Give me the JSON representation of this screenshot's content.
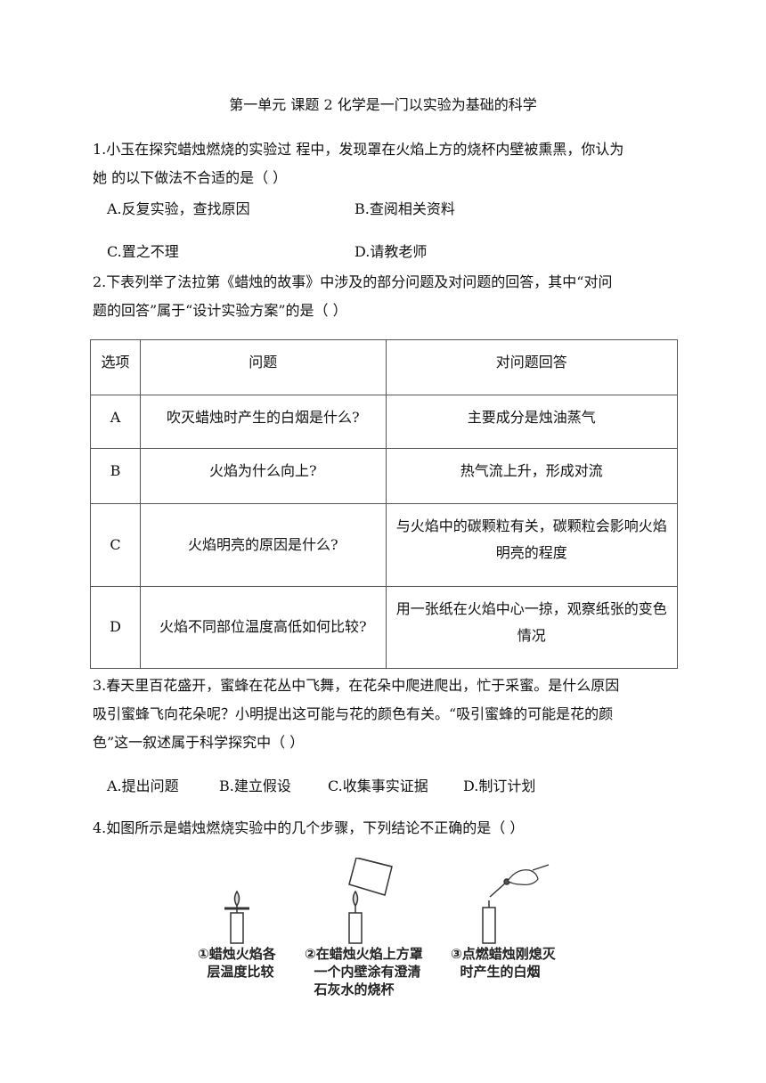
{
  "title": "第一单元 课题 2 化学是一门以实验为基础的科学",
  "q1": {
    "line1": "1.小玉在探究蜡烛燃烧的实验过 程中，发现罩在火焰上方的烧杯内壁被熏黑，你认为",
    "line2": "她 的以下做法不合适的是（    ）",
    "options": [
      "A.反复实验，查找原因",
      "B.查阅相关资料",
      "C.置之不理",
      "D.请教老师"
    ]
  },
  "q2": {
    "line1": "2.下表列举了法拉第《蜡烛的故事》中涉及的部分问题及对问题的回答，其中“对问",
    "line2": "题的回答”属于“设计实验方案”的是（    ）",
    "headers": [
      "选项",
      "问题",
      "对问题回答"
    ],
    "rows": [
      {
        "option": "A",
        "question": "吹灭蜡烛时产生的白烟是什么?",
        "answer": "主要成分是烛油蒸气"
      },
      {
        "option": "B",
        "question": "火焰为什么向上?",
        "answer": "热气流上升，形成对流"
      },
      {
        "option": "C",
        "question": "火焰明亮的原因是什么?",
        "answer": "与火焰中的碳颗粒有关，碳颗粒会影响火焰明亮的程度"
      },
      {
        "option": "D",
        "question": "火焰不同部位温度高低如何比较?",
        "answer": "用一张纸在火焰中心一掠，观察纸张的变色情况"
      }
    ]
  },
  "q3": {
    "line1": "3.春天里百花盛开，蜜蜂在花丛中飞舞，在花朵中爬进爬出，忙于采蜜。是什么原因",
    "line2": "吸引蜜蜂飞向花朵呢？小明提出这可能与花的颜色有关。“吸引蜜蜂的可能是花的颜",
    "line3": "色”这一叙述属于科学探究中（    ）",
    "options": [
      "A.提出问题",
      "B.建立假设",
      "C.收集事实证据",
      "D.制订计划"
    ]
  },
  "q4": {
    "line1": "4.如图所示是蜡烛燃烧实验中的几个步骤，下列结论不正确的是（    ）",
    "captions": [
      "①蜡烛火焰各\n  层温度比较",
      "②在蜡烛火焰上方罩\n  一个内壁涂有澄清\n  石灰水的烧杯",
      "③点燃蜡烛刚熄灭\n  时产生的白烟"
    ]
  },
  "colors": {
    "text": "#111111",
    "border": "#555555"
  }
}
